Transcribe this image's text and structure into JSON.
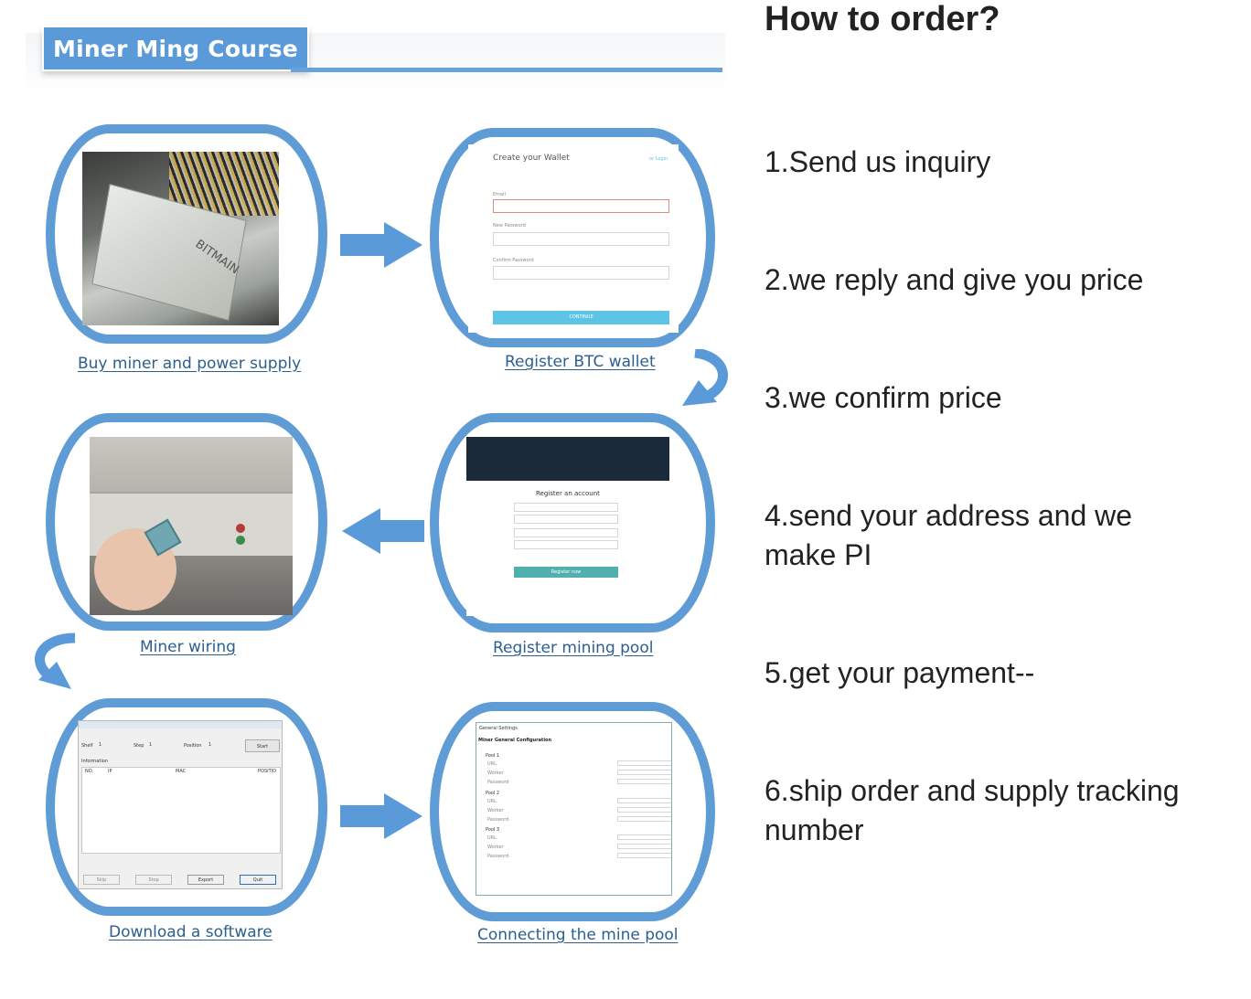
{
  "banner": {
    "title": "Miner Ming Course"
  },
  "course_steps": [
    {
      "caption": "Buy miner and power supply"
    },
    {
      "caption": "Register BTC wallet"
    },
    {
      "caption": "Miner wiring"
    },
    {
      "caption": "Register mining pool"
    },
    {
      "caption": "Download a software"
    },
    {
      "caption": "Connecting the mine pool"
    }
  ],
  "miner_photo": {
    "logo": "BITMAIN"
  },
  "wallet_form": {
    "heading": "Create your Wallet",
    "login_link": "or Login",
    "email_label": "Email",
    "new_password_label": "New Password",
    "confirm_password_label": "Confirm Password",
    "continue_label": "CONTINUE"
  },
  "pool_form": {
    "heading": "Register an account",
    "register_button": "Register now"
  },
  "software_window": {
    "shelf_label": "Shelf",
    "shelf_value": "1",
    "step_label": "Step",
    "step_value": "1",
    "position_label": "Position",
    "position_value": "1",
    "start_button": "Start",
    "info_label": "Information",
    "columns": [
      "NO.",
      "IP",
      "MAC",
      "POSITIO"
    ],
    "buttons": [
      "Skip",
      "Stop",
      "Export",
      "Quit"
    ]
  },
  "pool_config": {
    "tab": "General Settings",
    "heading": "Miner General Configuration",
    "pools": [
      "Pool 1",
      "Pool 2",
      "Pool 3"
    ],
    "fields": [
      "URL",
      "Worker",
      "Password"
    ]
  },
  "order": {
    "title": "How to order?",
    "steps": [
      "1.Send us inquiry",
      "2.we reply and give you price",
      "3.we confirm price",
      "4.send your address and we make PI",
      "5.get your payment--",
      "6.ship order and supply tracking number"
    ]
  },
  "colors": {
    "frame": "#5f9bd5",
    "banner": "#5b9ad8",
    "caption": "#2a5f8f"
  }
}
